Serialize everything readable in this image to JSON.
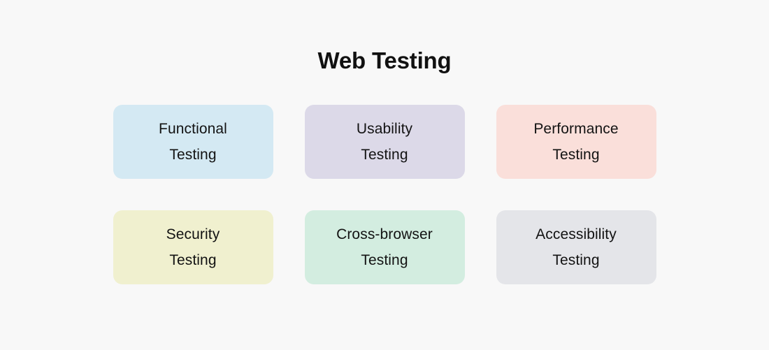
{
  "page": {
    "background_color": "#f8f8f8",
    "title": "Web Testing",
    "title_color": "#111111"
  },
  "cards": [
    {
      "label": "Functional\nTesting",
      "name": "card-functional-testing",
      "background_color": "#d4e9f3",
      "text_color": "#131313"
    },
    {
      "label": "Usability\nTesting",
      "name": "card-usability-testing",
      "background_color": "#dcd9e8",
      "text_color": "#131313"
    },
    {
      "label": "Performance\nTesting",
      "name": "card-performance-testing",
      "background_color": "#fadfda",
      "text_color": "#131313"
    },
    {
      "label": "Security\nTesting",
      "name": "card-security-testing",
      "background_color": "#f0f0cf",
      "text_color": "#131313"
    },
    {
      "label": "Cross-browser\nTesting",
      "name": "card-cross-browser-testing",
      "background_color": "#d3ede0",
      "text_color": "#131313"
    },
    {
      "label": "Accessibility\nTesting",
      "name": "card-accessibility-testing",
      "background_color": "#e4e5e9",
      "text_color": "#131313"
    }
  ]
}
